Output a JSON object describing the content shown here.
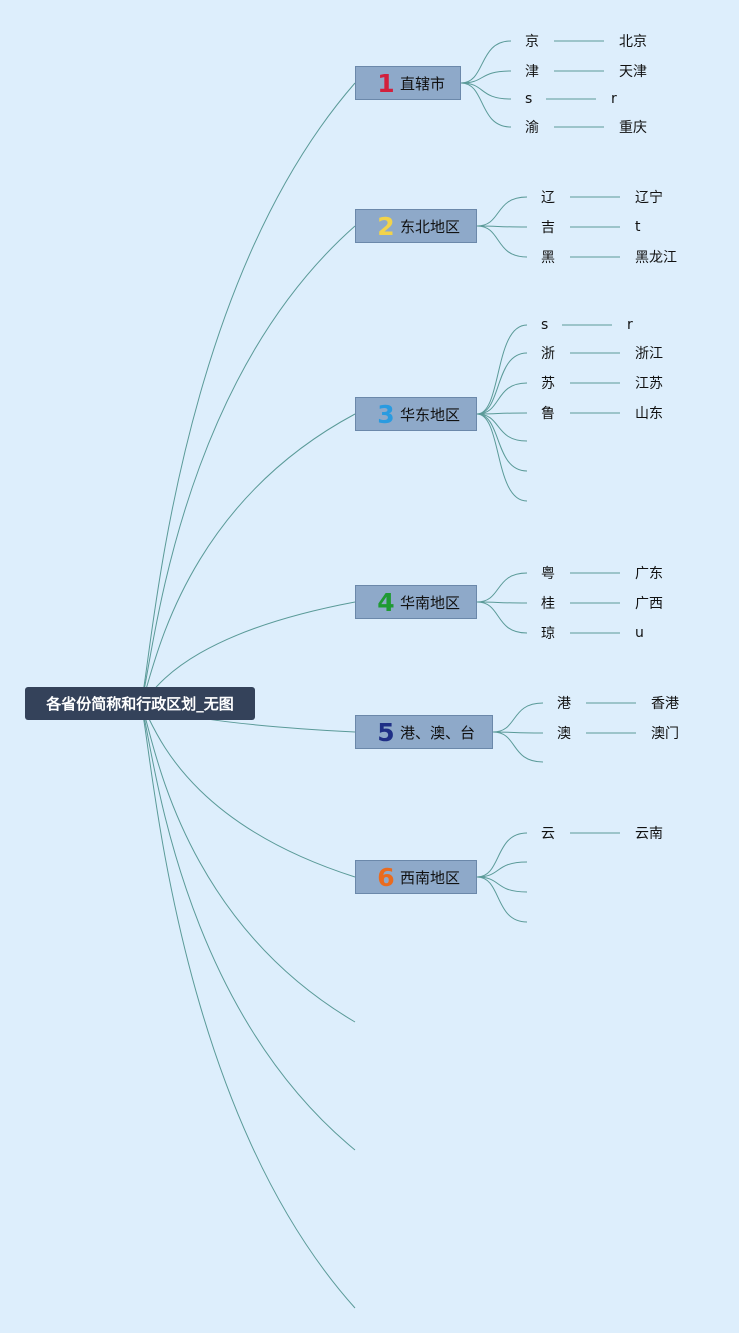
{
  "root": {
    "title": "各省份简称和行政区划_无图"
  },
  "branches": [
    {
      "num": "1",
      "num_color": "#d21f3c",
      "label": "直辖市",
      "items": [
        {
          "abbr": "京",
          "full": "北京"
        },
        {
          "abbr": "津",
          "full": "天津"
        },
        {
          "abbr": "s",
          "full": "r"
        },
        {
          "abbr": "渝",
          "full": "重庆"
        }
      ]
    },
    {
      "num": "2",
      "num_color": "#f2d34a",
      "label": "东北地区",
      "items": [
        {
          "abbr": "辽",
          "full": "辽宁"
        },
        {
          "abbr": "吉",
          "full": "t"
        },
        {
          "abbr": "黑",
          "full": "黑龙江"
        }
      ]
    },
    {
      "num": "3",
      "num_color": "#2a9be0",
      "label": "华东地区",
      "items": [
        {
          "abbr": "s",
          "full": "r"
        },
        {
          "abbr": "浙",
          "full": "浙江"
        },
        {
          "abbr": "苏",
          "full": "江苏"
        },
        {
          "abbr": "鲁",
          "full": "山东"
        }
      ],
      "empty_children": 3
    },
    {
      "num": "4",
      "num_color": "#1f9a33",
      "label": "华南地区",
      "items": [
        {
          "abbr": "粤",
          "full": "广东"
        },
        {
          "abbr": "桂",
          "full": "广西"
        },
        {
          "abbr": "琼",
          "full": "u"
        }
      ]
    },
    {
      "num": "5",
      "num_color": "#1f2f86",
      "label": "港、澳、台",
      "items": [
        {
          "abbr": "港",
          "full": "香港"
        },
        {
          "abbr": "澳",
          "full": "澳门"
        }
      ],
      "empty_children": 1
    },
    {
      "num": "6",
      "num_color": "#ea6b1e",
      "label": "西南地区",
      "items": [
        {
          "abbr": "云",
          "full": "云南"
        }
      ],
      "empty_children": 3
    }
  ],
  "empty_branches": 3,
  "colors": {
    "background": "#ddeefc",
    "line": "#5a9a98",
    "node": "#8ea9c9",
    "root": "#34425a"
  }
}
